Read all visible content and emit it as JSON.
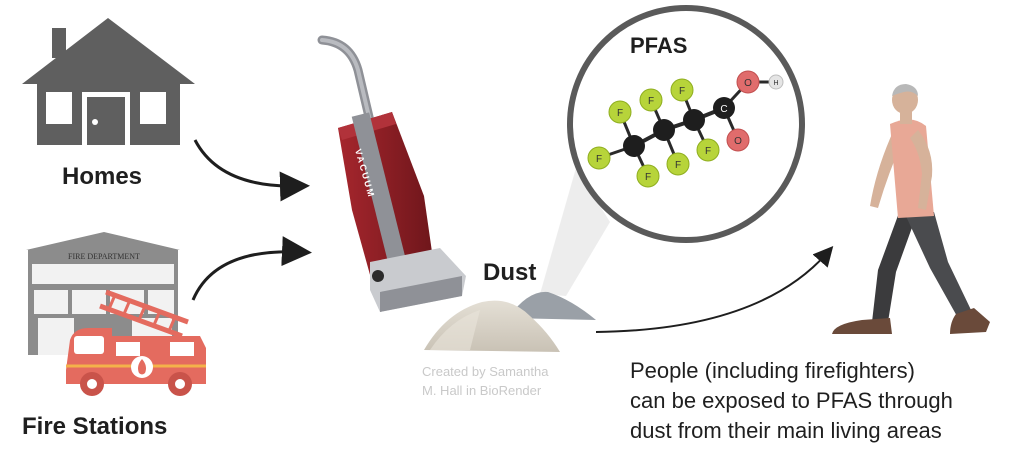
{
  "labels": {
    "homes": "Homes",
    "fire_stations": "Fire Stations",
    "dust": "Dust",
    "pfas": "PFAS",
    "vacuum": "VACUUM",
    "fire_department": "FIRE DEPARTMENT"
  },
  "molecule_atoms": {
    "fluorine": "F",
    "carbon": "C",
    "oxygen": "O",
    "hydrogen": "H"
  },
  "caption": {
    "line1": "People (including firefighters)",
    "line2": "can be exposed to PFAS through",
    "line3": "dust from their main living areas"
  },
  "credit": {
    "line1": "Created by Samantha",
    "line2": "M. Hall in BioRender"
  },
  "colors": {
    "house": "#5f5f5f",
    "vacuum_body": "#8b1e24",
    "fluorine": "#b7d43a",
    "carbon": "#1e1e1e",
    "oxygen": "#e06c6c",
    "hydrogen": "#e5e5e5",
    "firetruck": "#e46b5f",
    "dust_light": "#d9d3c7",
    "dust_grey": "#9aa0a7"
  }
}
